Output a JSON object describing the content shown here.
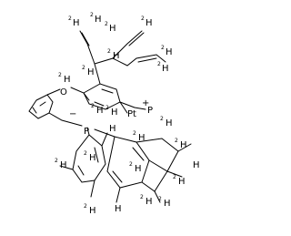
{
  "molecule": {
    "atoms": {
      "oxygen": "O",
      "phosphorus": "P",
      "phosphonium": "P",
      "platinum": "Pt",
      "hydrogen": "H",
      "deuterium_superscript": "2",
      "charge_minus": "−",
      "charge_plus": "+"
    }
  }
}
